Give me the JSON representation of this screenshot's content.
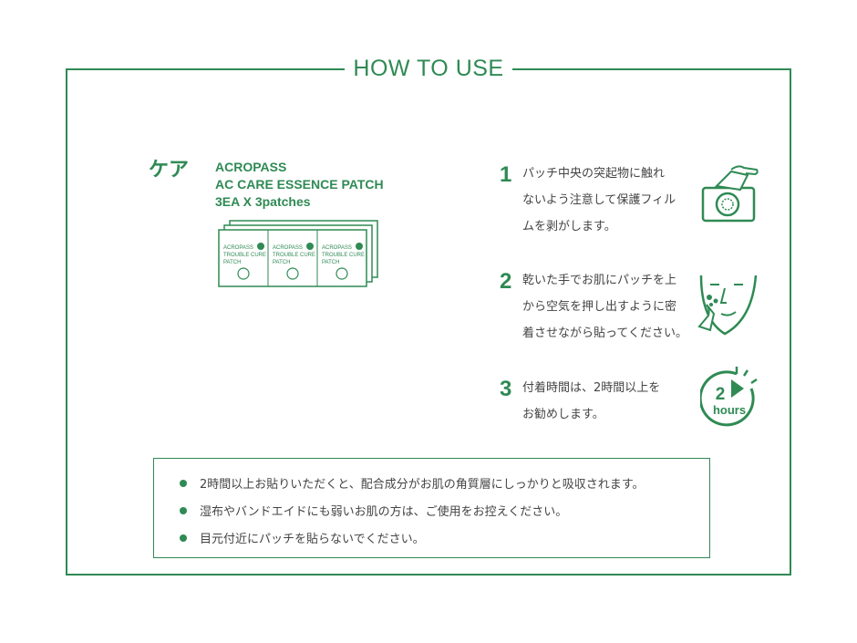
{
  "header": {
    "title": "HOW TO USE"
  },
  "product": {
    "care_label": "ケア",
    "brand": "ACROPASS",
    "name": "AC CARE ESSENCE PATCH",
    "quantity": "3EA X 3patches",
    "patch_print": [
      "ACROPASS",
      "TROUBLE CURE",
      "PATCH"
    ]
  },
  "steps": [
    {
      "number": "1",
      "lines": [
        "パッチ中央の突起物に触れ",
        "ないよう注意して保護フィル",
        "ムを剥がします。"
      ],
      "icon": "peel-film-icon"
    },
    {
      "number": "2",
      "lines": [
        "乾いた手でお肌にパッチを上",
        "から空気を押し出すように密",
        "着させながら貼ってください。"
      ],
      "icon": "face-apply-icon"
    },
    {
      "number": "3",
      "lines": [
        "付着時間は、2時間以上を",
        "お勧めします。"
      ],
      "icon": "two-hours-icon",
      "icon_text": {
        "top": "2",
        "bottom": "hours"
      }
    }
  ],
  "notes": [
    "2時間以上お貼りいただくと、配合成分がお肌の角質層にしっかりと吸収されます。",
    "湿布やバンドエイドにも弱いお肌の方は、ご使用をお控えください。",
    "目元付近にパッチを貼らないでください。"
  ],
  "colors": {
    "accent": "#2f8a54"
  }
}
